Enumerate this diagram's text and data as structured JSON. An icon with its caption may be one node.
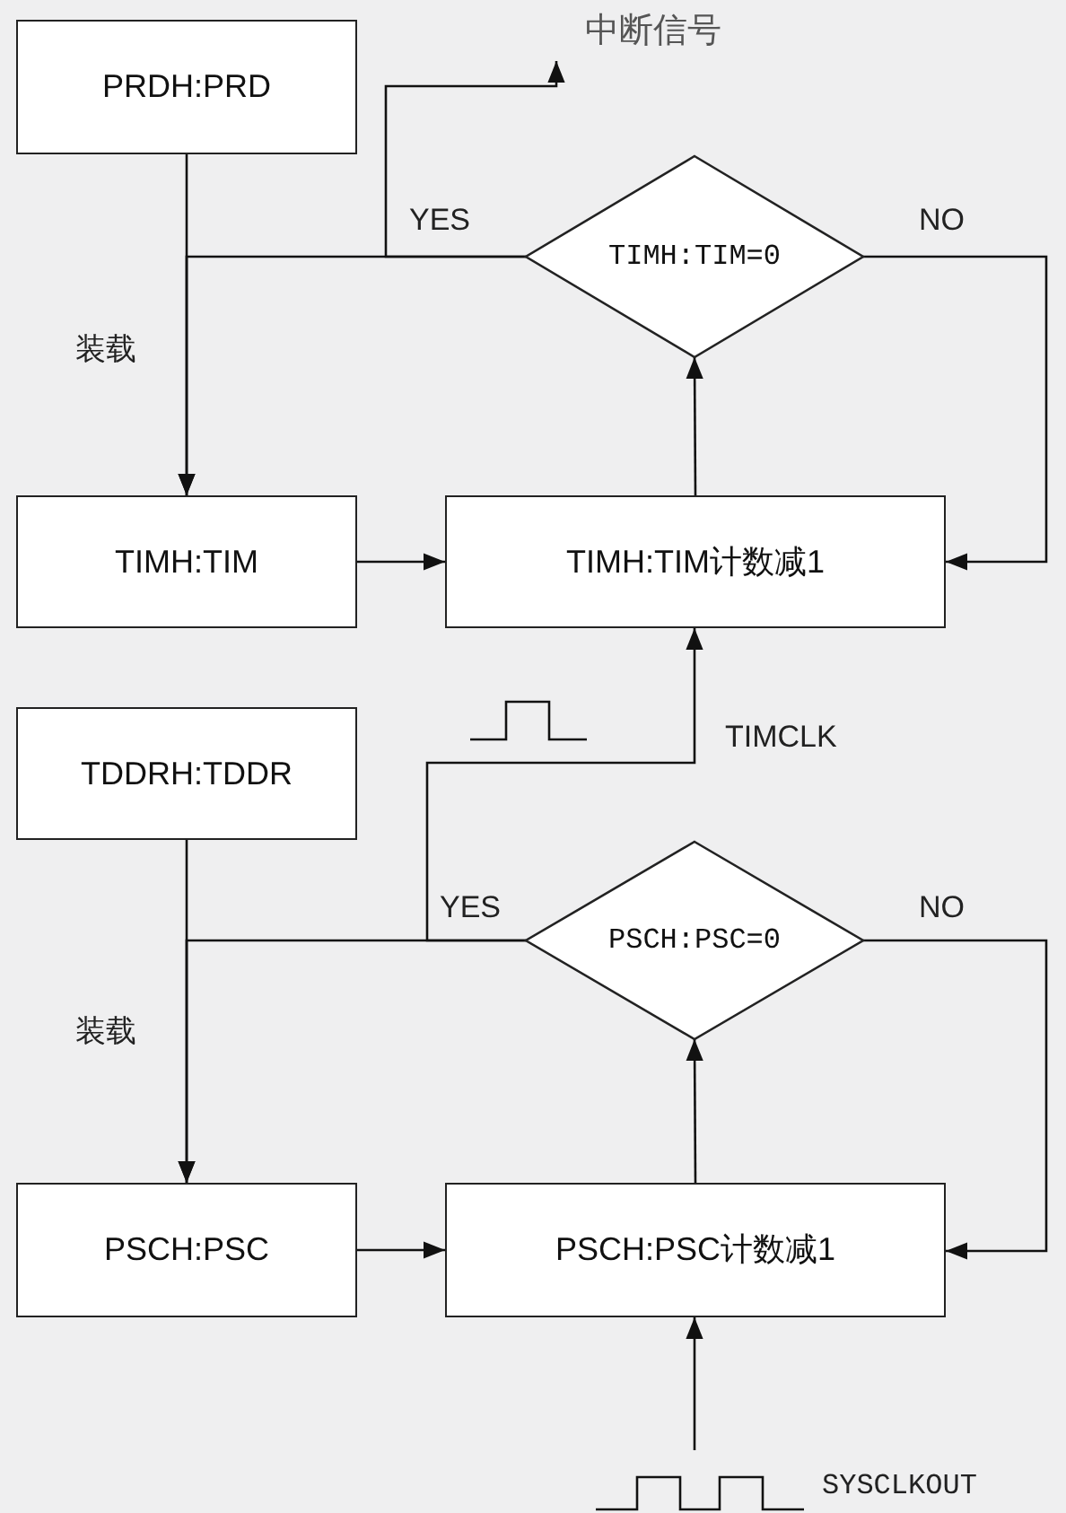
{
  "diagram": {
    "nodes": [
      {
        "text": [
          "PRDH:PRD"
        ]
      },
      {
        "text": [
          "TIMH:TIM=0"
        ]
      },
      {
        "text": [
          "中断信号"
        ]
      },
      {
        "text": [
          "TIMH:TIM"
        ]
      },
      {
        "text": [
          "TIMH:TIM计数减1"
        ]
      },
      {
        "text": [
          "TDDRH:TDDR"
        ]
      },
      {
        "text": [
          "PSCH:PSC=0"
        ]
      },
      {
        "text": [
          "PSCH:PSC"
        ]
      },
      {
        "text": [
          "PSCH:PSC计数减1"
        ]
      }
    ],
    "edges": [
      {
        "from": 0,
        "to": 3,
        "arrow": "to",
        "label": "装载"
      },
      {
        "from": 1,
        "to": 3,
        "arrow": "to",
        "label": "YES"
      },
      {
        "from": 1,
        "to": 2,
        "arrow": "to"
      },
      {
        "from": 1,
        "to": 4,
        "arrow": "to",
        "label": "NO"
      },
      {
        "from": 4,
        "to": 1,
        "arrow": "to"
      },
      {
        "from": 3,
        "to": 4,
        "arrow": "to"
      },
      {
        "from": 5,
        "to": 7,
        "arrow": "to",
        "label": "装载"
      },
      {
        "from": 6,
        "to": 7,
        "arrow": "to",
        "label": "YES"
      },
      {
        "from": 6,
        "to": 4,
        "arrow": "to",
        "label": "TIMCLK"
      },
      {
        "from": 6,
        "to": 8,
        "arrow": "to",
        "label": "NO"
      },
      {
        "from": 8,
        "to": 6,
        "arrow": "to"
      },
      {
        "from": 7,
        "to": 8,
        "arrow": "to"
      },
      {
        "from": null,
        "to": 8,
        "arrow": "to"
      }
    ],
    "labels": [
      "SYSCLKOUT"
    ]
  }
}
